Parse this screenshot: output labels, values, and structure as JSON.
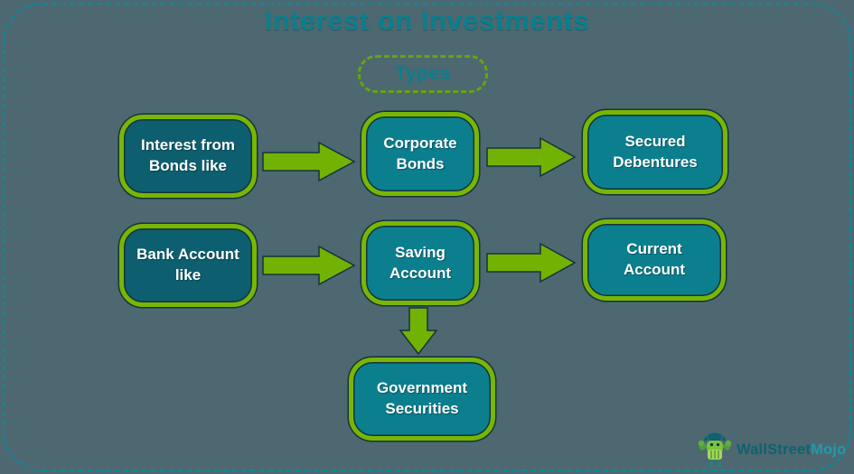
{
  "title": "Interest on Investments",
  "badge": {
    "label": "Types"
  },
  "boxes": {
    "interest_bonds": {
      "label": "Interest from Bonds like"
    },
    "corporate_bonds": {
      "label": "Corporate Bonds"
    },
    "secured_debentures": {
      "label": "Secured Debentures"
    },
    "bank_account": {
      "label": "Bank Account like"
    },
    "saving_account": {
      "label": "Saving Account"
    },
    "current_account": {
      "label": "Current Account"
    },
    "government_securities": {
      "label": "Government Securities"
    }
  },
  "connections": [
    {
      "from": "Interest from Bonds like",
      "to": "Corporate Bonds"
    },
    {
      "from": "Corporate Bonds",
      "to": "Secured Debentures"
    },
    {
      "from": "Bank Account like",
      "to": "Saving Account"
    },
    {
      "from": "Saving Account",
      "to": "Current Account"
    },
    {
      "from": "Saving Account",
      "to": "Government Securities"
    }
  ],
  "logo": {
    "text_primary": "WallStreet",
    "text_accent": "Mojo"
  },
  "icons": {
    "arrow_right": "arrow-right-icon",
    "arrow_down": "arrow-down-icon",
    "mascot": "wallstreetmojo-mascot-icon"
  },
  "colors": {
    "background": "#4d6871",
    "frame_border": "#008c9e",
    "title_text": "#0a7f8d",
    "box_dark_fill": "#0d5f6f",
    "box_light_fill": "#0b7f8e",
    "box_border_green": "#77b704",
    "arrow_green": "#72b203",
    "box_text": "#ffffff",
    "badge_border_green": "#66a50e",
    "logo_primary": "#0e6271",
    "logo_accent": "#219aab"
  }
}
